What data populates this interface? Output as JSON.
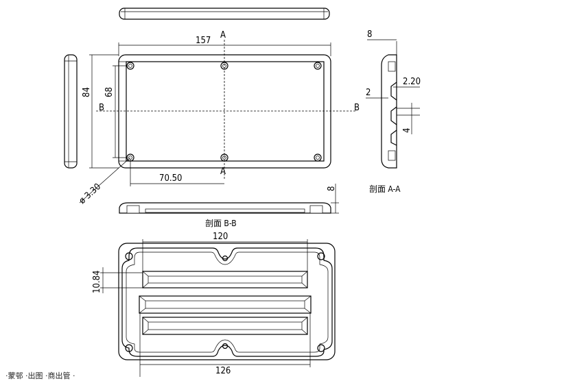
{
  "drawing": {
    "dims": {
      "width_157": "157",
      "height_84": "84",
      "hole_pitch_68": "68",
      "hole_offset_70_50": "70.50",
      "hole_dia": "ø 3.30",
      "thickness_bb": "8",
      "thickness_aa": "8",
      "rib_2_20": "2.20",
      "wall_2": "2",
      "gap_4": "4",
      "slot_len_120": "120",
      "slot_h_10_84": "10.84",
      "base_len_126": "126"
    },
    "section_marks": {
      "a_top": "A",
      "a_bottom": "A",
      "b_left": "B",
      "b_right": "B"
    },
    "captions": {
      "section_aa": "剖面 A-A",
      "section_bb": "剖面 B-B"
    }
  },
  "footer_text": "·蒙邨 ·出图 ·商出管 ·"
}
